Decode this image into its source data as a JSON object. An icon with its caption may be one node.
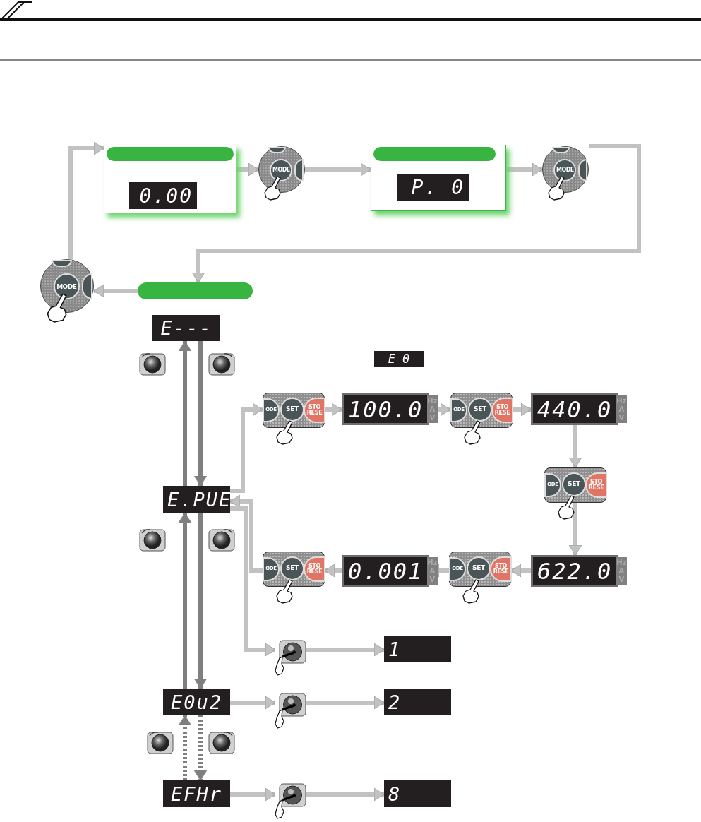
{
  "diagram": {
    "nodes": [
      {
        "text": [
          "0.00"
        ]
      },
      {
        "text": [
          "MODE"
        ]
      },
      {
        "text": [
          "P. 0"
        ]
      },
      {
        "text": [
          "MODE"
        ]
      },
      {
        "text": [],
        "shape": "bar"
      },
      {
        "text": [
          "MODE"
        ]
      },
      {
        "text": [
          "E---"
        ]
      },
      {
        "text": [
          "E.PUE"
        ]
      },
      {
        "text": [
          "ODE",
          "SET",
          "STO RESE"
        ]
      },
      {
        "text": [
          "100.0",
          "Hz **A** V"
        ]
      },
      {
        "text": [
          "ODE",
          "SET",
          "STO RESE"
        ]
      },
      {
        "text": [
          "440.0",
          "Hz A **V**"
        ]
      },
      {
        "text": [
          "ODE",
          "SET",
          "STO RESE"
        ]
      },
      {
        "text": [
          "622.0",
          "Hz A **V**"
        ]
      },
      {
        "text": [
          "ODE",
          "SET",
          "STO RESE"
        ]
      },
      {
        "text": [
          "0.001",
          "Hz A V"
        ]
      },
      {
        "text": [
          "ODE",
          "SET",
          "STO RESE"
        ]
      },
      {
        "text": [],
        "shape": "picture"
      },
      {
        "text": [
          "1"
        ]
      },
      {
        "text": [
          "E0u2"
        ]
      },
      {
        "text": [],
        "shape": "picture"
      },
      {
        "text": [
          "2"
        ]
      },
      {
        "text": [
          "EFHr"
        ]
      },
      {
        "text": [],
        "shape": "picture"
      },
      {
        "text": [
          "8"
        ]
      }
    ],
    "edges": [
      {
        "from": 5,
        "to": 0,
        "arrow": "to"
      },
      {
        "from": 0,
        "to": 1,
        "arrow": "to"
      },
      {
        "from": 1,
        "to": 2,
        "arrow": "to"
      },
      {
        "from": 2,
        "to": 3,
        "arrow": "to"
      },
      {
        "from": 3,
        "to": 4,
        "arrow": "to"
      },
      {
        "from": 4,
        "to": 5,
        "arrow": "to"
      },
      {
        "from": 7,
        "to": 6,
        "arrow": "to",
        "color": "#7f7f7f"
      },
      {
        "from": 6,
        "to": 7,
        "arrow": "to",
        "color": "#7f7f7f"
      },
      {
        "from": 7,
        "to": 8,
        "arrow": "to"
      },
      {
        "from": 8,
        "to": 9,
        "arrow": "to"
      },
      {
        "from": 9,
        "to": 10,
        "arrow": "to"
      },
      {
        "from": 10,
        "to": 11,
        "arrow": "to"
      },
      {
        "from": 11,
        "to": 12,
        "arrow": "to"
      },
      {
        "from": 12,
        "to": 13,
        "arrow": "to"
      },
      {
        "from": 13,
        "to": 14,
        "arrow": "to"
      },
      {
        "from": 14,
        "to": 15,
        "arrow": "to"
      },
      {
        "from": 15,
        "to": 16,
        "arrow": "to"
      },
      {
        "from": 16,
        "to": 7,
        "arrow": "to"
      },
      {
        "from": 7,
        "to": 17,
        "arrow": "to"
      },
      {
        "from": 17,
        "to": 18,
        "arrow": "to"
      },
      {
        "from": 19,
        "to": 7,
        "arrow": "to",
        "color": "#7f7f7f"
      },
      {
        "from": 7,
        "to": 19,
        "arrow": "to",
        "color": "#7f7f7f"
      },
      {
        "from": 19,
        "to": 20,
        "arrow": "to"
      },
      {
        "from": 20,
        "to": 21,
        "arrow": "to"
      },
      {
        "from": 22,
        "to": 19,
        "arrow": "to",
        "style": "dashed",
        "color": "#7f7f7f"
      },
      {
        "from": 19,
        "to": 22,
        "arrow": "to",
        "style": "dashed",
        "color": "#7f7f7f"
      },
      {
        "from": 22,
        "to": 23,
        "arrow": "to"
      },
      {
        "from": 23,
        "to": 24,
        "arrow": "to"
      }
    ],
    "labels": [
      "E 0"
    ]
  }
}
